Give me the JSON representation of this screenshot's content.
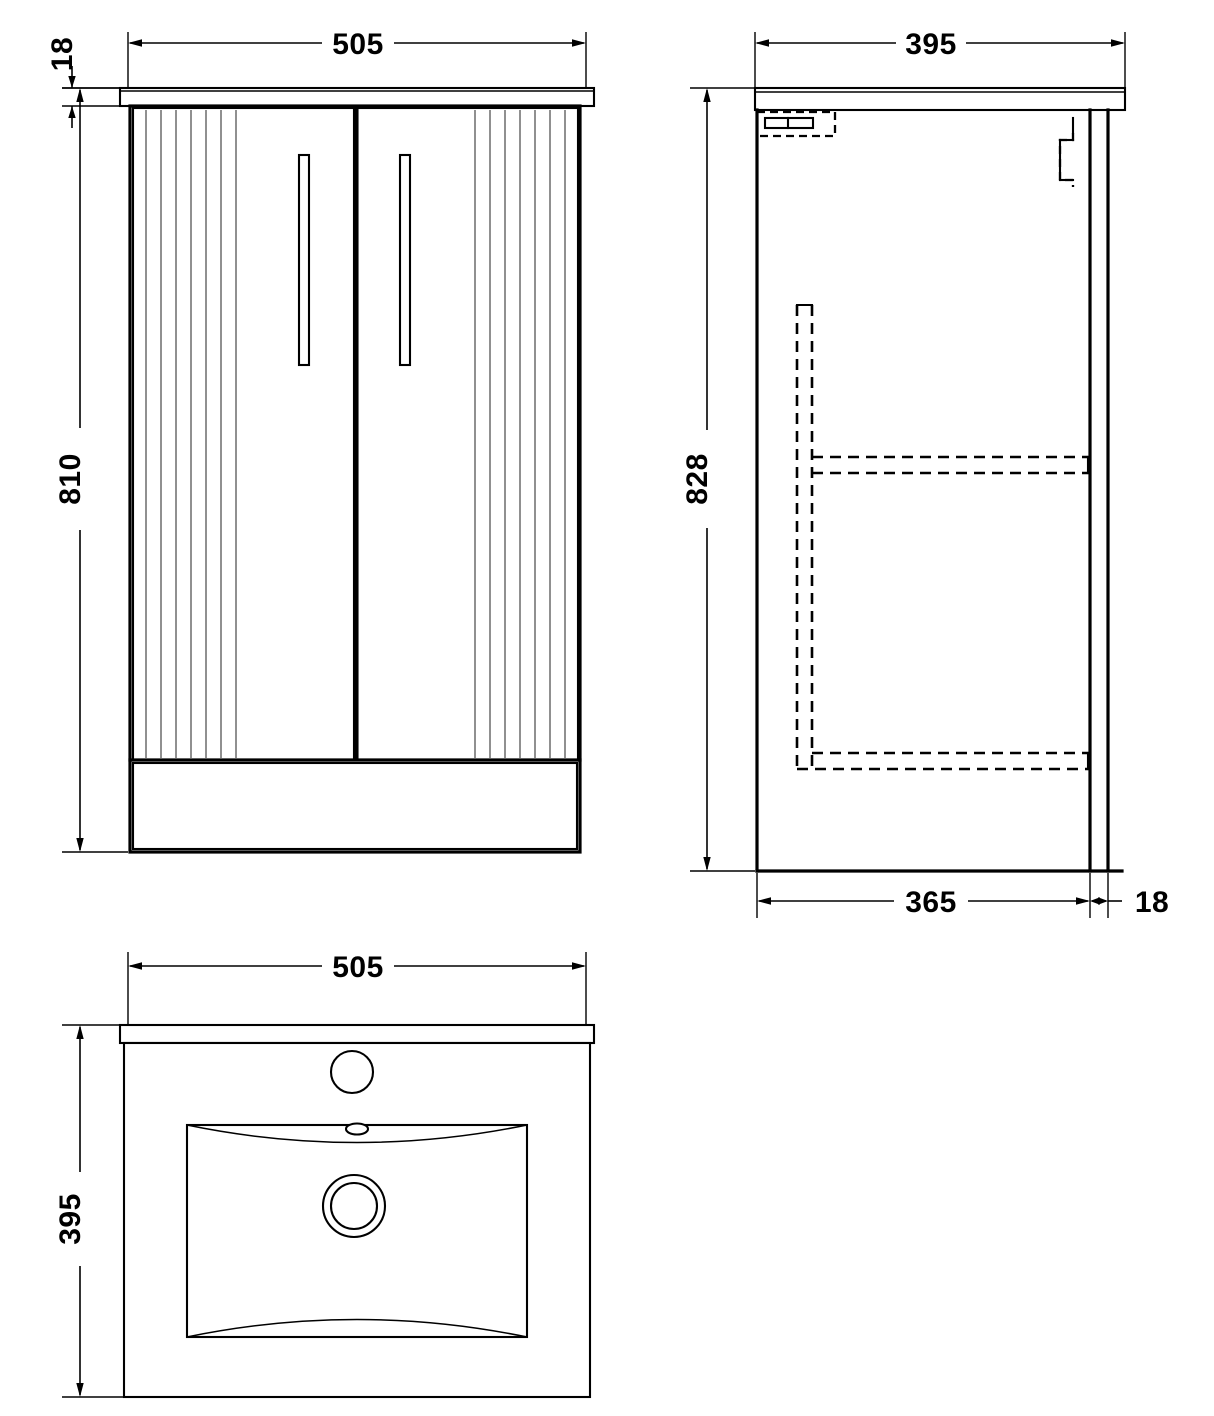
{
  "drawing": {
    "type": "technical-dimensioned-orthographic-drawing",
    "subject": "bathroom vanity unit with basin",
    "units": "mm",
    "line_color": "#000000",
    "flute_color": "#7c7c7c",
    "background": "#ffffff"
  },
  "views": {
    "front": {
      "name": "front-elevation",
      "dimensions": {
        "width": "505",
        "height": "810",
        "worktop_thickness": "18"
      },
      "features": {
        "doors": "2",
        "handles": "2",
        "flute_count_per_door": "7",
        "plinth": "1"
      }
    },
    "side": {
      "name": "side-elevation",
      "dimensions": {
        "depth": "395",
        "height": "828",
        "carcass_depth": "365",
        "panel_thickness": "18"
      },
      "features": {
        "shelves": "2",
        "hinge_detail": "1",
        "notch_detail": "1"
      }
    },
    "plan": {
      "name": "plan-view",
      "dimensions": {
        "width": "505",
        "depth": "395"
      },
      "features": {
        "tap_hole": "1",
        "overflow": "1",
        "waste_drain": "1",
        "bowl": "1"
      }
    }
  },
  "dimension_labels": [
    {
      "id": "front-width",
      "value": "505",
      "orientation": "horizontal",
      "view": "front"
    },
    {
      "id": "front-top-thickness",
      "value": "18",
      "orientation": "vertical",
      "view": "front"
    },
    {
      "id": "front-height",
      "value": "810",
      "orientation": "vertical",
      "view": "front"
    },
    {
      "id": "side-depth",
      "value": "395",
      "orientation": "horizontal",
      "view": "side"
    },
    {
      "id": "side-height",
      "value": "828",
      "orientation": "vertical",
      "view": "side"
    },
    {
      "id": "side-carcass-depth",
      "value": "365",
      "orientation": "horizontal",
      "view": "side"
    },
    {
      "id": "side-panel-thickness",
      "value": "18",
      "orientation": "horizontal",
      "view": "side"
    },
    {
      "id": "plan-width",
      "value": "505",
      "orientation": "horizontal",
      "view": "plan"
    },
    {
      "id": "plan-depth",
      "value": "395",
      "orientation": "vertical",
      "view": "plan"
    }
  ]
}
